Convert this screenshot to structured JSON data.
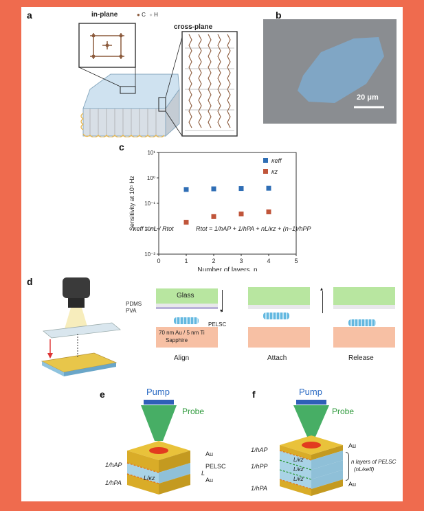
{
  "colors": {
    "page_bg": "#ef6b4e",
    "card_bg": "#ffffff",
    "layer_blue": "#a9d3e6",
    "gold": "#e9c23a",
    "carbon": "#8b5a3c"
  },
  "panel_a": {
    "label": "a",
    "in_plane": "in-plane",
    "legend_c": "C",
    "legend_h": "H",
    "cross_plane": "cross-plane"
  },
  "panel_b": {
    "label": "b",
    "scale_bar": "20 μm"
  },
  "panel_c": {
    "label": "c",
    "equation_keff": "κeff = nL / Rtot",
    "equation_rtot": "Rtot = 1/hAP + 1/hPA + nL/κz + (n−1)/hPP"
  },
  "chart_data": {
    "type": "scatter",
    "xlabel": "Number of layers, n",
    "ylabel": "Sensitivity at 10⁵ Hz",
    "xlim": [
      0,
      5
    ],
    "ylim": [
      0.001,
      10
    ],
    "yscale": "log",
    "x_ticks": [
      "0",
      "1",
      "2",
      "3",
      "4",
      "5"
    ],
    "y_ticks": [
      "10⁻³",
      "10⁻²",
      "10⁻¹",
      "10⁰",
      "10¹"
    ],
    "legend_position": "top-right",
    "series": [
      {
        "name": "κeff",
        "color": "#2f6eb5",
        "x": [
          1,
          2,
          3,
          4
        ],
        "y": [
          0.35,
          0.37,
          0.38,
          0.39
        ]
      },
      {
        "name": "κz",
        "color": "#c0553a",
        "x": [
          1,
          2,
          3,
          4
        ],
        "y": [
          0.018,
          0.03,
          0.038,
          0.046
        ]
      }
    ]
  },
  "panel_d": {
    "label": "d",
    "glass": "Glass",
    "pdms": "PDMS",
    "pva": "PVA",
    "pelsc": "PELSC",
    "substrate_line1": "70 nm Au / 5 nm Ti",
    "substrate_line2": "Sapphire",
    "steps": [
      "Align",
      "Attach",
      "Release"
    ]
  },
  "panel_e": {
    "label": "e",
    "pump": "Pump",
    "probe": "Probe",
    "h_ap": "1/hAP",
    "h_pa": "1/hPA",
    "layer": "L/κz",
    "au_top": "Au",
    "au_bottom": "Au",
    "pelsc": "PELSC",
    "thickness": "L"
  },
  "panel_f": {
    "label": "f",
    "pump": "Pump",
    "probe": "Probe",
    "h_ap": "1/hAP",
    "h_pp": "1/hPP",
    "h_pa": "1/hPA",
    "layer": "L/κz",
    "au_top": "Au",
    "au_bottom": "Au",
    "note_line1": "n layers of PELSC",
    "note_line2": "(nL/κeff)"
  }
}
